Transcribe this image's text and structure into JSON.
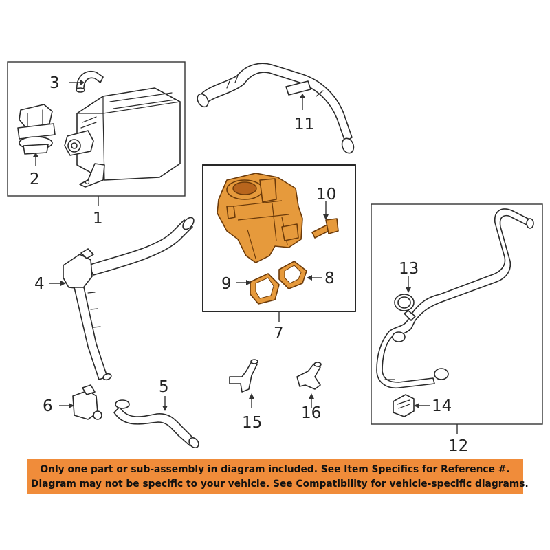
{
  "callouts": {
    "c1": "1",
    "c2": "2",
    "c3": "3",
    "c4": "4",
    "c5": "5",
    "c6": "6",
    "c7": "7",
    "c8": "8",
    "c9": "9",
    "c10": "10",
    "c11": "11",
    "c12": "12",
    "c13": "13",
    "c14": "14",
    "c15": "15",
    "c16": "16"
  },
  "notice": {
    "line1": "Only one part or sub-assembly in diagram included. See Item Specifics for Reference #.",
    "line2": "Diagram may not be specific to your vehicle. See Compatibility for vehicle-specific diagrams."
  },
  "colors": {
    "highlight": "#e69a3c",
    "notice_bg": "#f08c3a",
    "line": "#2a2a2a"
  }
}
